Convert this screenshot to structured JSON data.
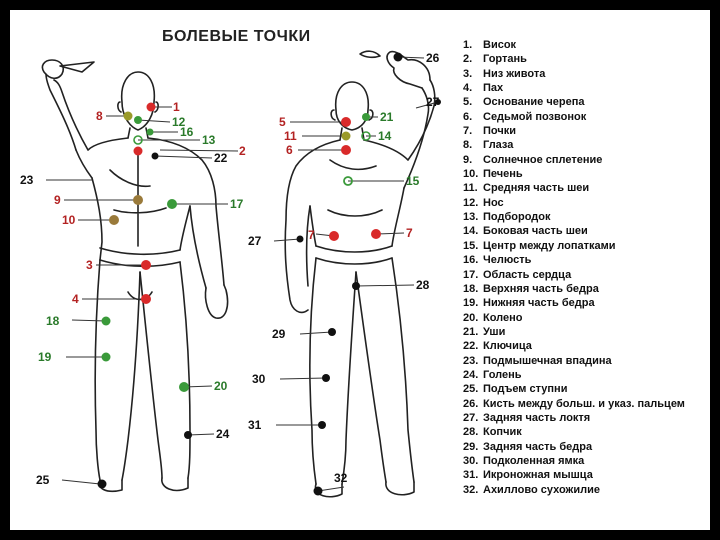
{
  "title": "БОЛЕВЫЕ ТОЧКИ",
  "colors": {
    "red": "#d92a2a",
    "green": "#3a9a3a",
    "brown": "#9a7a3a",
    "black": "#111111"
  },
  "legend": [
    {
      "num": "1.",
      "text": "Висок"
    },
    {
      "num": "2.",
      "text": "Гортань"
    },
    {
      "num": "3.",
      "text": "Низ живота"
    },
    {
      "num": "4.",
      "text": "Пах"
    },
    {
      "num": "5.",
      "text": "Основание черепа"
    },
    {
      "num": "6.",
      "text": "Седьмой позвонок"
    },
    {
      "num": "7.",
      "text": "Почки"
    },
    {
      "num": "8.",
      "text": "Глаза"
    },
    {
      "num": "9.",
      "text": "Солнечное сплетение"
    },
    {
      "num": "10.",
      "text": "Печень"
    },
    {
      "num": "11.",
      "text": "Средняя часть шеи"
    },
    {
      "num": "12.",
      "text": "Нос"
    },
    {
      "num": "13.",
      "text": "Подбородок"
    },
    {
      "num": "14.",
      "text": "Боковая часть шеи"
    },
    {
      "num": "15.",
      "text": "Центр между лопатками"
    },
    {
      "num": "16.",
      "text": "Челюсть"
    },
    {
      "num": "17.",
      "text": "Область сердца"
    },
    {
      "num": "18.",
      "text": "Верхняя часть бедра"
    },
    {
      "num": "19.",
      "text": "Нижняя часть бедра"
    },
    {
      "num": "20.",
      "text": "Колено"
    },
    {
      "num": "21.",
      "text": "Уши"
    },
    {
      "num": "22.",
      "text": "Ключица"
    },
    {
      "num": "23.",
      "text": "Подмышечная впадина"
    },
    {
      "num": "24.",
      "text": "Голень"
    },
    {
      "num": "25.",
      "text": "Подъем ступни"
    },
    {
      "num": "26.",
      "text": "Кисть между больш. и указ. пальцем"
    },
    {
      "num": "27.",
      "text": "Задняя часть локтя"
    },
    {
      "num": "28.",
      "text": "Копчик"
    },
    {
      "num": "29.",
      "text": "Задняя часть бедра"
    },
    {
      "num": "30.",
      "text": "Подколенная ямка"
    },
    {
      "num": "31.",
      "text": "Икроножная мышца"
    },
    {
      "num": "32.",
      "text": "Ахиллово сухожилие"
    }
  ],
  "figure_labels": {
    "l1": "1",
    "l2": "2",
    "l3": "3",
    "l4": "4",
    "l5": "5",
    "l6": "6",
    "l7a": "7",
    "l7b": "7",
    "l8": "8",
    "l9": "9",
    "l10": "10",
    "l11": "11",
    "l12": "12",
    "l13": "13",
    "l14": "14",
    "l15": "15",
    "l16": "16",
    "l17": "17",
    "l18": "18",
    "l19": "19",
    "l20": "20",
    "l21": "21",
    "l22": "22",
    "l23": "23",
    "l24": "24",
    "l25": "25",
    "l26": "26",
    "l27a": "27",
    "l27b": "27",
    "l28": "28",
    "l29": "29",
    "l30": "30",
    "l31": "31",
    "l32": "32"
  }
}
